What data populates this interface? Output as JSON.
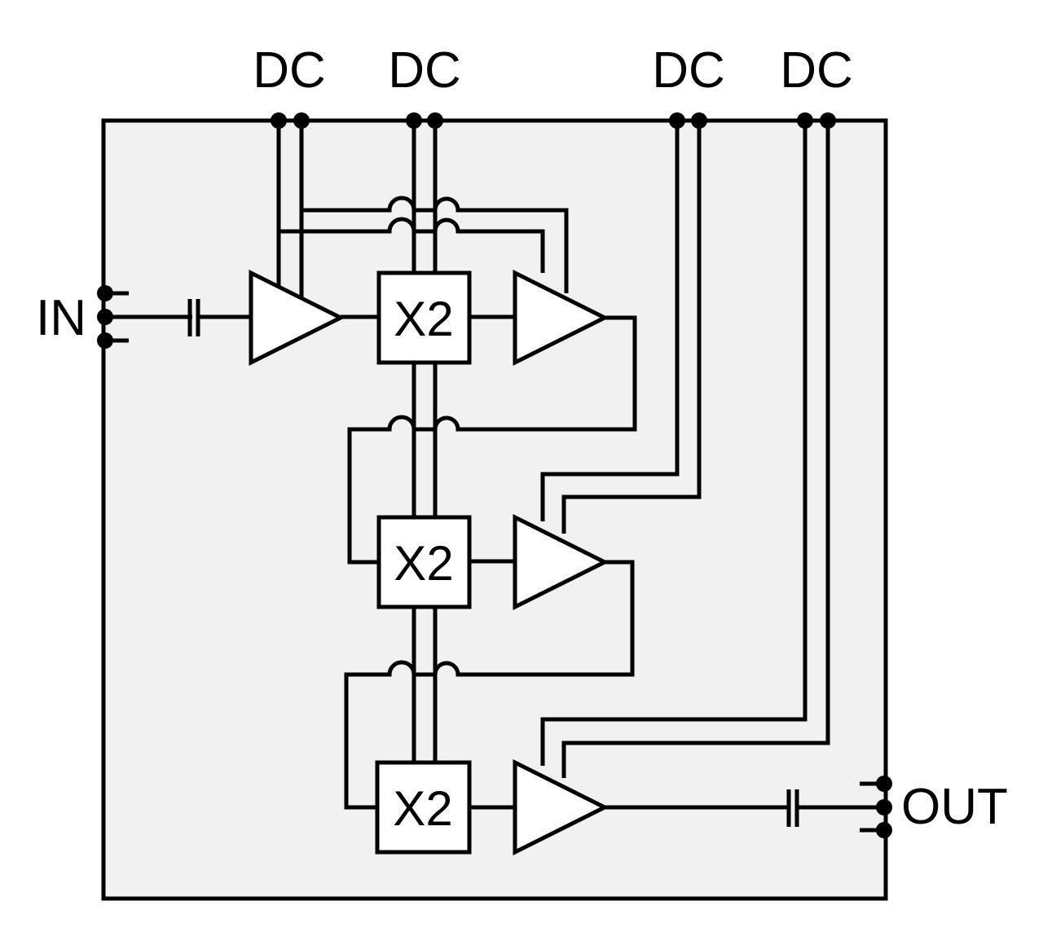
{
  "diagram": {
    "pins": {
      "dc_1": "DC",
      "dc_2": "DC",
      "dc_3": "DC",
      "dc_4": "DC",
      "input": "IN",
      "output": "OUT"
    },
    "multipliers": [
      "X2",
      "X2",
      "X2"
    ],
    "colors": {
      "package_fill": "#f1f1f1",
      "line": "#000000",
      "block_fill": "#ffffff"
    }
  }
}
